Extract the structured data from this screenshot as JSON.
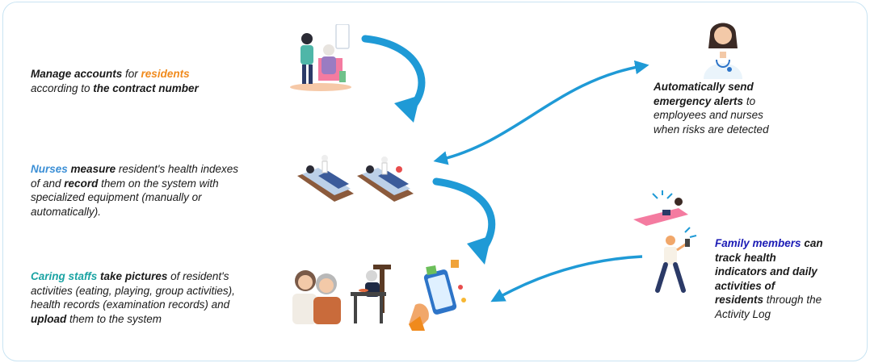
{
  "block1": {
    "w1": "Manage accounts",
    "w2": " for ",
    "w3": "residents",
    "w4": "according to ",
    "w5": "the contract number"
  },
  "block2": {
    "w1": "Nurses",
    "w2": " ",
    "w3": "measure",
    "w4": " resident's health indexes",
    "w5": "of and ",
    "w6": "record",
    "w7": " them on the system with",
    "w8": "specialized equipment (manually or",
    "w9": "automatically)."
  },
  "block3": {
    "w1": "Caring staffs",
    "w2": " ",
    "w3": "take pictures",
    "w4": " of resident's",
    "w5": "activities (eating, playing, group activities),",
    "w6": "health records (examination records) and",
    "w7": "upload",
    "w8": " them to the system"
  },
  "block4": {
    "w1": "Automatically send",
    "w2": "emergency alerts",
    "w3": " to",
    "w4": "employees and nurses",
    "w5": "when risks are detected"
  },
  "block5": {
    "w1": "Family members",
    "w2": " can",
    "w3": "track health",
    "w4": "indicators and daily",
    "w5": "activities of",
    "w6": "residents",
    "w7": " through the",
    "w8": "Activity Log"
  },
  "colors": {
    "arrow": "#1f9ad6",
    "orange_accent": "#f08a1c",
    "blue_accent": "#3b8fd6",
    "teal_accent": "#1aa3a3",
    "navy_accent": "#1b1bb5",
    "border": "#c9e4f3"
  },
  "icons": {
    "caregiver_with_elder": "caregiver-elder-illustration",
    "patients_in_beds": "patients-in-beds-illustration",
    "elderly_couple": "elderly-couple-illustration",
    "elder_eating": "elder-eating-illustration",
    "phone_photos": "phone-photos-illustration",
    "doctor": "doctor-illustration",
    "family_members": "family-members-illustration"
  }
}
